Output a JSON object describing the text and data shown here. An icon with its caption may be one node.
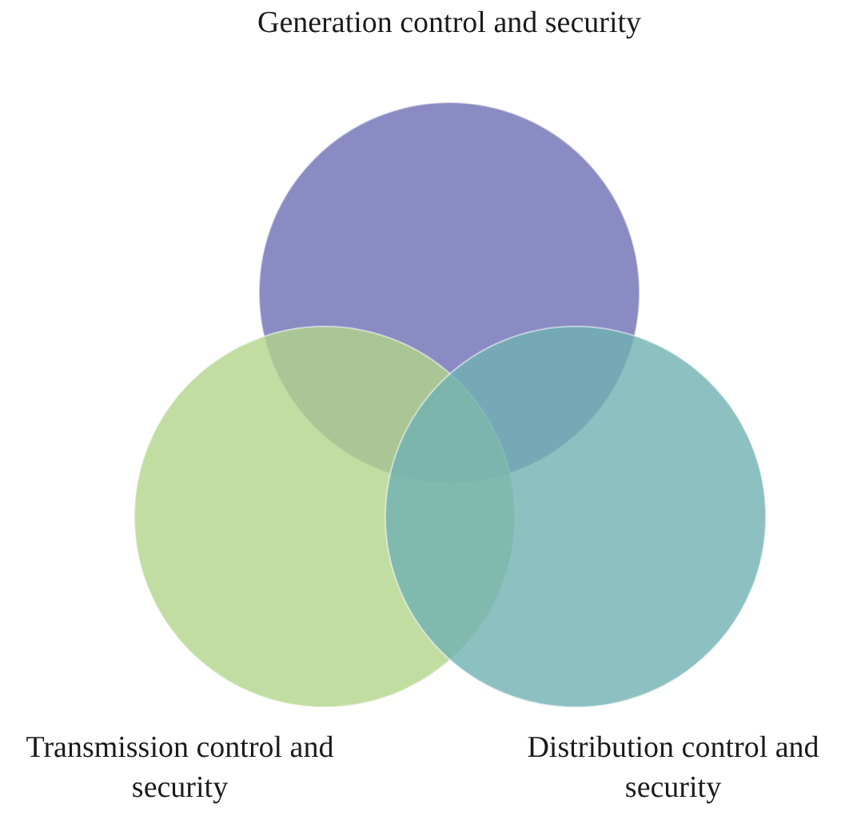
{
  "diagram": {
    "nodes": [
      {
        "text": [
          "Generation control and security"
        ]
      },
      {
        "text": [
          "Transmission control and security"
        ]
      },
      {
        "text": [
          "Distribution control and security"
        ]
      }
    ]
  }
}
